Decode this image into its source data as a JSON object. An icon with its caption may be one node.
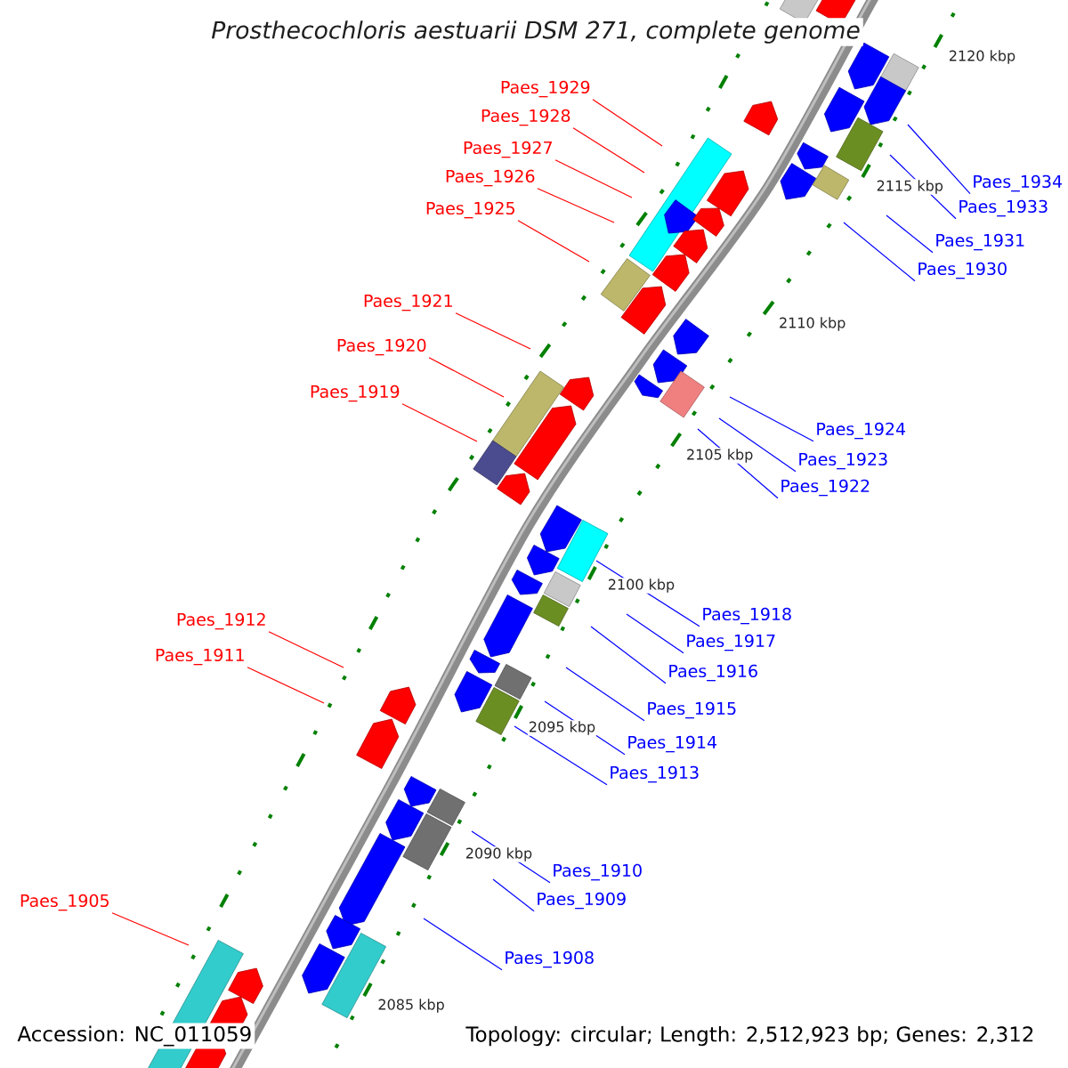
{
  "diagram": {
    "title": "Prosthecochloris aestuarii DSM 271, complete genome",
    "nodes": [
      {
        "text": [
          "Paes_1929"
        ]
      },
      {
        "text": [
          "Paes_1928"
        ]
      },
      {
        "text": [
          "Paes_1927"
        ]
      },
      {
        "text": [
          "Paes_1926"
        ]
      },
      {
        "text": [
          "Paes_1934"
        ]
      },
      {
        "text": [
          "Paes_1933"
        ]
      },
      {
        "text": [
          "Paes_1925"
        ]
      },
      {
        "text": [
          "Paes_1931"
        ]
      },
      {
        "text": [
          "Paes_1930"
        ]
      },
      {
        "text": [
          "Paes_1921"
        ]
      },
      {
        "text": [
          "Paes_1920"
        ]
      },
      {
        "text": [
          "Paes_1919"
        ]
      },
      {
        "text": [
          "Paes_1924"
        ]
      },
      {
        "text": [
          "Paes_1923"
        ]
      },
      {
        "text": [
          "Paes_1922"
        ]
      },
      {
        "text": [
          "Paes_1918"
        ]
      },
      {
        "text": [
          "Paes_1912"
        ]
      },
      {
        "text": [
          "Paes_1917"
        ]
      },
      {
        "text": [
          "Paes_1911"
        ]
      },
      {
        "text": [
          "Paes_1916"
        ]
      },
      {
        "text": [
          "Paes_1915"
        ]
      },
      {
        "text": [
          "Paes_1914"
        ]
      },
      {
        "text": [
          "Paes_1913"
        ]
      },
      {
        "text": [
          "Paes_1910"
        ]
      },
      {
        "text": [
          "Paes_1909"
        ]
      },
      {
        "text": [
          "Paes_1905"
        ]
      },
      {
        "text": [
          "Paes_1908"
        ]
      }
    ],
    "edges": [
      {
        "from": 0,
        "to": null,
        "arrow": "none",
        "color": "#ff0000"
      },
      {
        "from": 1,
        "to": null,
        "arrow": "none",
        "color": "#ff0000"
      },
      {
        "from": 2,
        "to": null,
        "arrow": "none",
        "color": "#ff0000"
      },
      {
        "from": 3,
        "to": null,
        "arrow": "none",
        "color": "#ff0000"
      },
      {
        "from": 4,
        "to": null,
        "arrow": "none"
      },
      {
        "from": 5,
        "to": null,
        "arrow": "none"
      },
      {
        "from": 6,
        "to": null,
        "arrow": "none",
        "color": "#ff0000"
      },
      {
        "from": 7,
        "to": null,
        "arrow": "none"
      },
      {
        "from": 8,
        "to": null,
        "arrow": "none"
      },
      {
        "from": 9,
        "to": null,
        "arrow": "none",
        "color": "#ff0000"
      },
      {
        "from": 10,
        "to": null,
        "arrow": "none",
        "color": "#ff0000"
      },
      {
        "from": 11,
        "to": null,
        "arrow": "none",
        "color": "#ff0000"
      },
      {
        "from": 12,
        "to": null,
        "arrow": "none"
      },
      {
        "from": 13,
        "to": null,
        "arrow": "none"
      },
      {
        "from": 14,
        "to": null,
        "arrow": "none"
      },
      {
        "from": 15,
        "to": null,
        "arrow": "none"
      },
      {
        "from": 16,
        "to": null,
        "arrow": "none",
        "color": "#ff0000"
      },
      {
        "from": 17,
        "to": null,
        "arrow": "none"
      },
      {
        "from": 18,
        "to": null,
        "arrow": "none",
        "color": "#ff0000"
      },
      {
        "from": 19,
        "to": null,
        "arrow": "none"
      },
      {
        "from": 20,
        "to": null,
        "arrow": "none"
      },
      {
        "from": 21,
        "to": null,
        "arrow": "none"
      },
      {
        "from": 22,
        "to": null,
        "arrow": "none"
      },
      {
        "from": 23,
        "to": null,
        "arrow": "none"
      },
      {
        "from": 24,
        "to": null,
        "arrow": "none"
      },
      {
        "from": 25,
        "to": null,
        "arrow": "none",
        "color": "#ff0000"
      },
      {
        "from": 26,
        "to": null,
        "arrow": "none"
      }
    ],
    "labels": [
      "2120 kbp",
      "2115 kbp",
      "2110 kbp",
      "2105 kbp",
      "2100 kbp",
      "2095 kbp",
      "2090 kbp",
      "2085 kbp",
      "Accession: NC_011059",
      "Topology: circular; Length: 2,512,923 bp; Genes: 2,312"
    ]
  }
}
